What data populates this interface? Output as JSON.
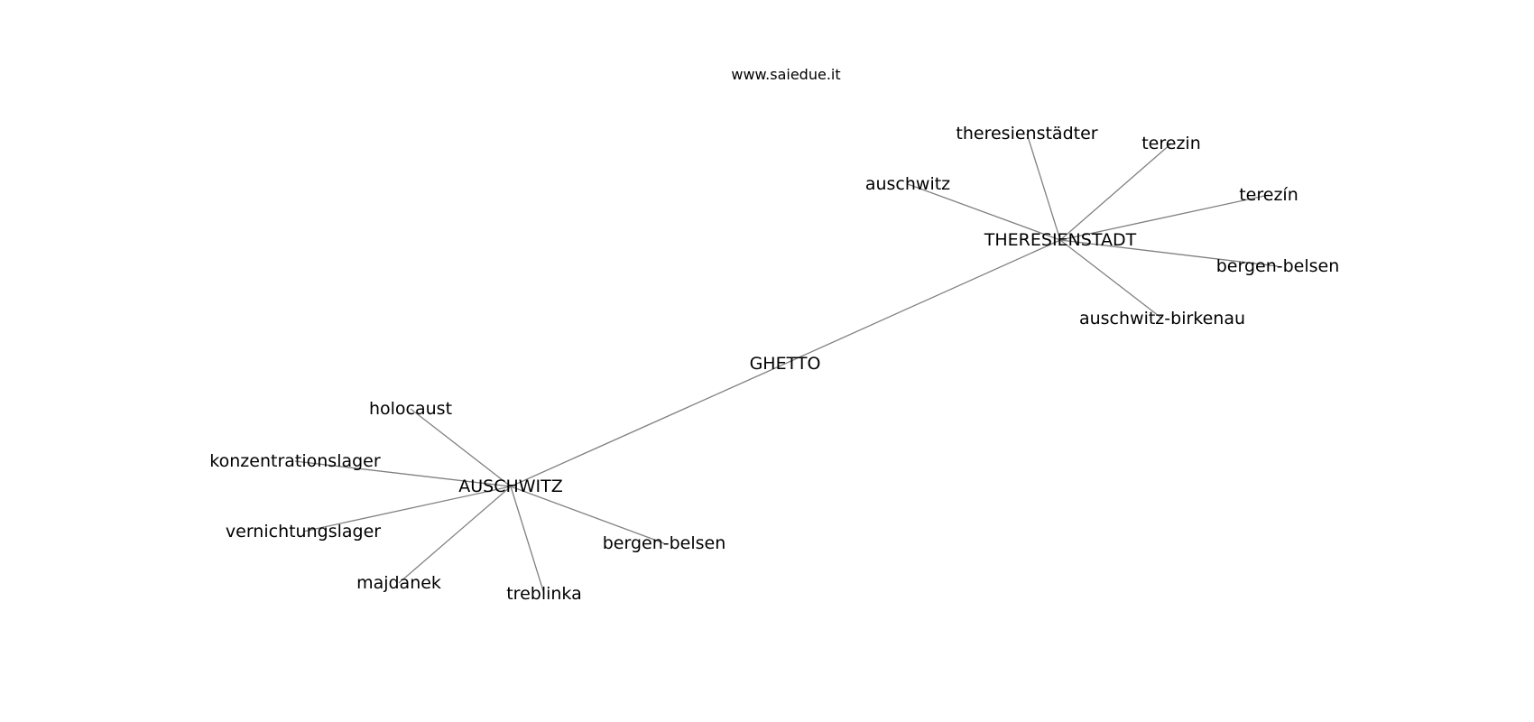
{
  "watermark": "www.saiedue.it",
  "graph": {
    "nodes": [
      {
        "id": "ghetto",
        "label": "GHETTO"
      },
      {
        "id": "theresienstadt",
        "label": "THERESIENSTADT"
      },
      {
        "id": "auschwitz_hub",
        "label": "AUSCHWITZ"
      },
      {
        "id": "theresienstaedter",
        "label": "theresienstädter"
      },
      {
        "id": "terezin",
        "label": "terezin"
      },
      {
        "id": "terezin_accent",
        "label": "terezín"
      },
      {
        "id": "auschwitz_leaf",
        "label": "auschwitz"
      },
      {
        "id": "bergen_belsen_1",
        "label": "bergen-belsen"
      },
      {
        "id": "auschwitz_birkenau",
        "label": "auschwitz-birkenau"
      },
      {
        "id": "holocaust",
        "label": "holocaust"
      },
      {
        "id": "konzentrationslager",
        "label": "konzentrationslager"
      },
      {
        "id": "vernichtungslager",
        "label": "vernichtungslager"
      },
      {
        "id": "majdanek",
        "label": "majdanek"
      },
      {
        "id": "treblinka",
        "label": "treblinka"
      },
      {
        "id": "bergen_belsen_2",
        "label": "bergen-belsen"
      }
    ],
    "edges": [
      [
        "ghetto",
        "theresienstadt"
      ],
      [
        "ghetto",
        "auschwitz_hub"
      ],
      [
        "theresienstadt",
        "theresienstaedter"
      ],
      [
        "theresienstadt",
        "terezin"
      ],
      [
        "theresienstadt",
        "terezin_accent"
      ],
      [
        "theresienstadt",
        "auschwitz_leaf"
      ],
      [
        "theresienstadt",
        "bergen_belsen_1"
      ],
      [
        "theresienstadt",
        "auschwitz_birkenau"
      ],
      [
        "auschwitz_hub",
        "holocaust"
      ],
      [
        "auschwitz_hub",
        "konzentrationslager"
      ],
      [
        "auschwitz_hub",
        "vernichtungslager"
      ],
      [
        "auschwitz_hub",
        "majdanek"
      ],
      [
        "auschwitz_hub",
        "treblinka"
      ],
      [
        "auschwitz_hub",
        "bergen_belsen_2"
      ]
    ]
  }
}
